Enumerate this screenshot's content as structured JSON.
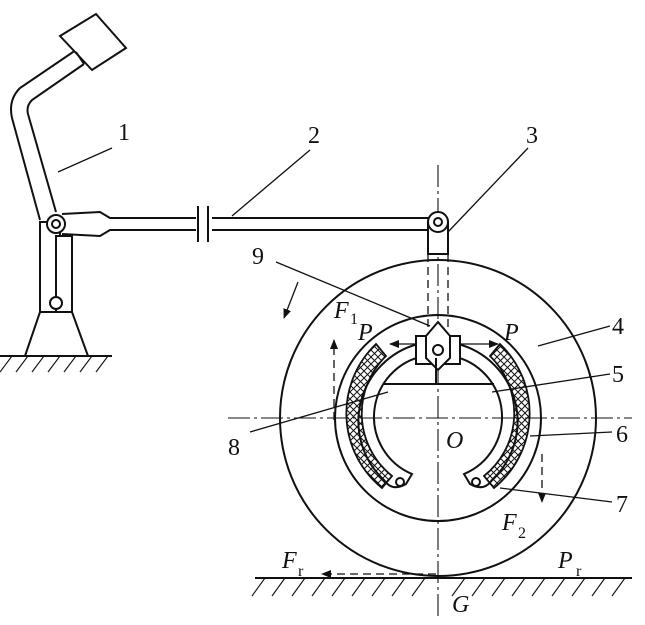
{
  "labels": {
    "n1": "1",
    "n2": "2",
    "n3": "3",
    "n4": "4",
    "n5": "5",
    "n6": "6",
    "n7": "7",
    "n8": "8",
    "n9": "9"
  },
  "forces": {
    "f1": "F",
    "f1_sub": "1",
    "f2": "F",
    "f2_sub": "2",
    "fr": "F",
    "fr_sub": "r",
    "pr": "P",
    "pr_sub": "r",
    "p_left": "P",
    "p_right": "P",
    "o": "O",
    "g": "G"
  }
}
